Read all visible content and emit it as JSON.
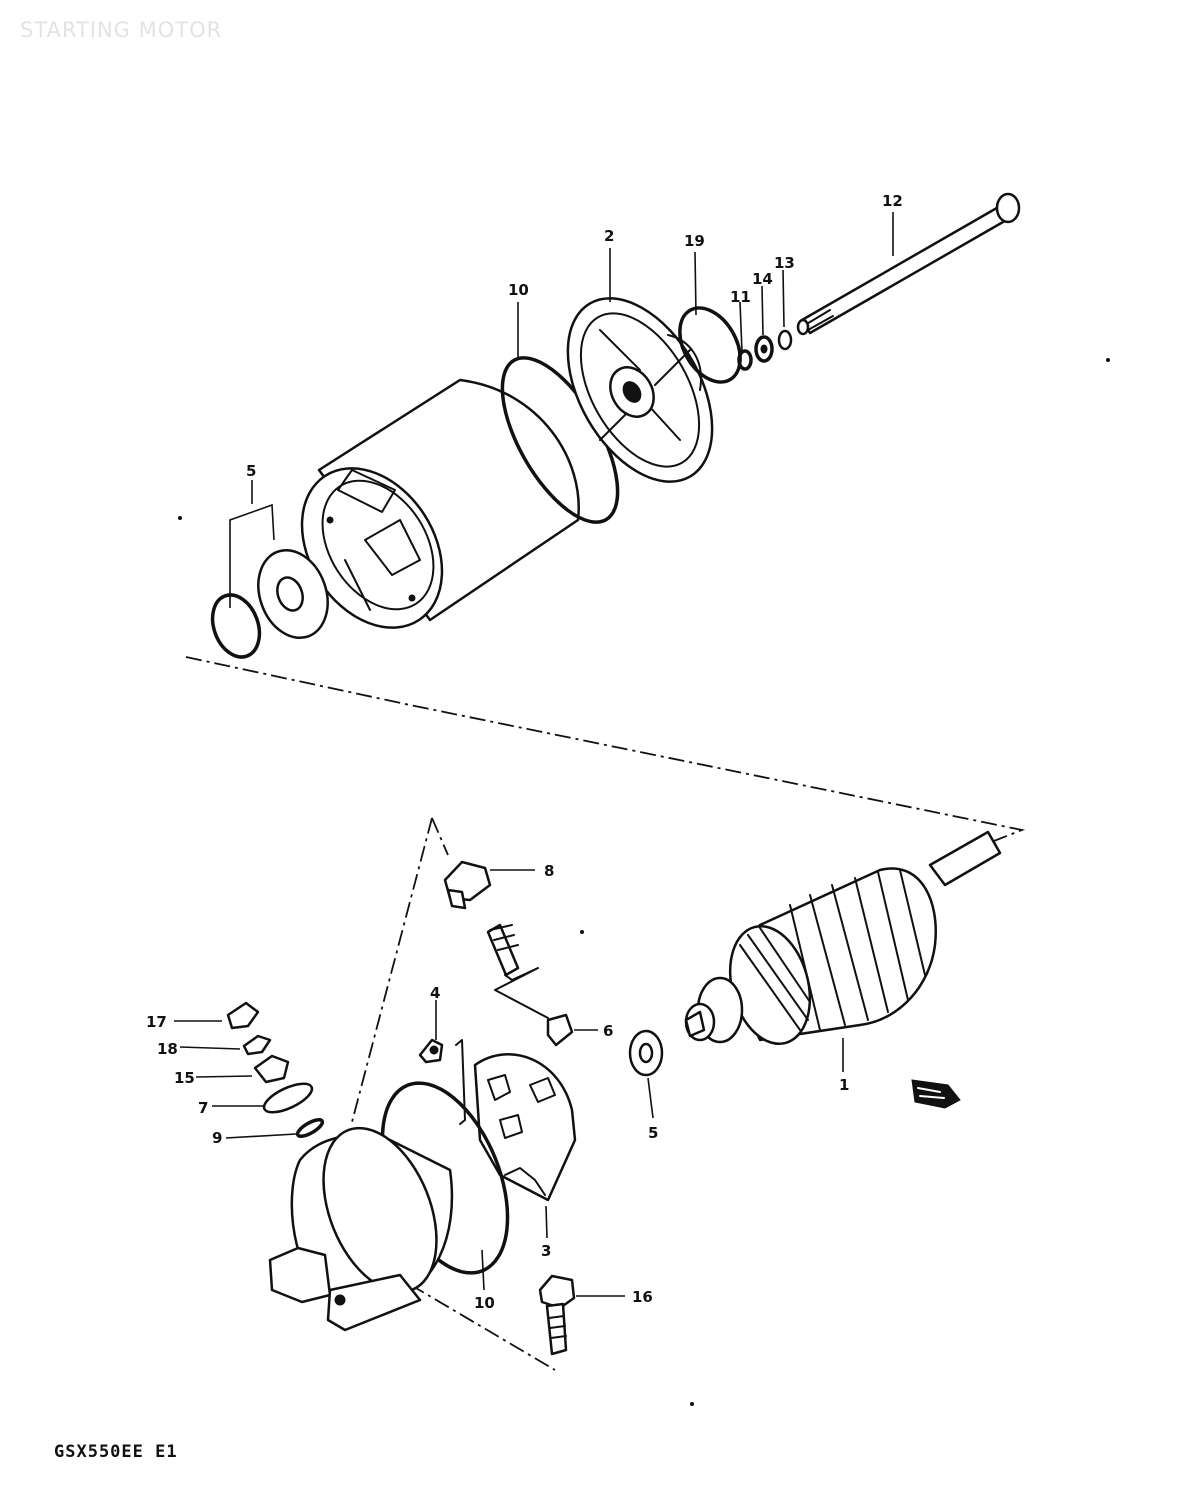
{
  "header": {
    "watermark": "STARTING MOTOR"
  },
  "footer": {
    "model_code": "GSX550EE E1"
  },
  "callouts": {
    "c1": "1",
    "c2": "2",
    "c3": "3",
    "c4": "4",
    "c5a": "5",
    "c5b": "5",
    "c6": "6",
    "c7": "7",
    "c8": "8",
    "c9": "9",
    "c10a": "10",
    "c10b": "10",
    "c11": "11",
    "c12": "12",
    "c13": "13",
    "c14": "14",
    "c15": "15",
    "c16": "16",
    "c17": "17",
    "c18": "18",
    "c19": "19"
  }
}
